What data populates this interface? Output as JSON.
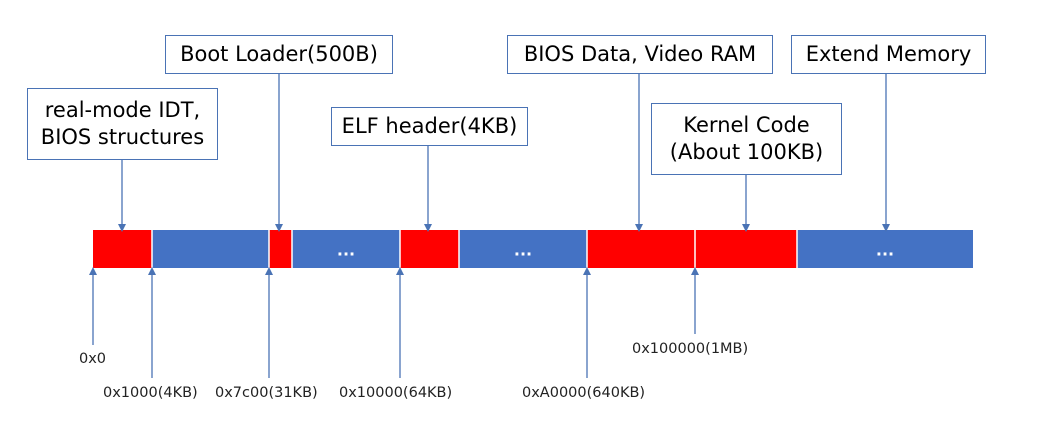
{
  "colors": {
    "used": "#ff0000",
    "free": "#4472c4",
    "arrow": "#4a73b5",
    "separator": "#ffffff"
  },
  "memory_bar": {
    "segments": [
      {
        "kind": "used",
        "label": ""
      },
      {
        "kind": "free",
        "label": ""
      },
      {
        "kind": "used",
        "label": ""
      },
      {
        "kind": "free",
        "label": "..."
      },
      {
        "kind": "used",
        "label": ""
      },
      {
        "kind": "free",
        "label": "..."
      },
      {
        "kind": "used",
        "label": ""
      },
      {
        "kind": "used",
        "label": ""
      },
      {
        "kind": "free",
        "label": "..."
      }
    ]
  },
  "callouts": [
    {
      "lines": [
        "real-mode IDT,",
        "BIOS structures"
      ]
    },
    {
      "lines": [
        "Boot Loader(500B)"
      ]
    },
    {
      "lines": [
        "ELF header(4KB)"
      ]
    },
    {
      "lines": [
        "BIOS Data, Video RAM"
      ]
    },
    {
      "lines": [
        "Kernel Code",
        "(About 100KB)"
      ]
    },
    {
      "lines": [
        "Extend Memory"
      ]
    }
  ],
  "addresses": [
    {
      "label": "0x0"
    },
    {
      "label": "0x1000(4KB)"
    },
    {
      "label": "0x7c00(31KB)"
    },
    {
      "label": "0x10000(64KB)"
    },
    {
      "label": "0xA0000(640KB)"
    },
    {
      "label": "0x100000(1MB)"
    }
  ]
}
